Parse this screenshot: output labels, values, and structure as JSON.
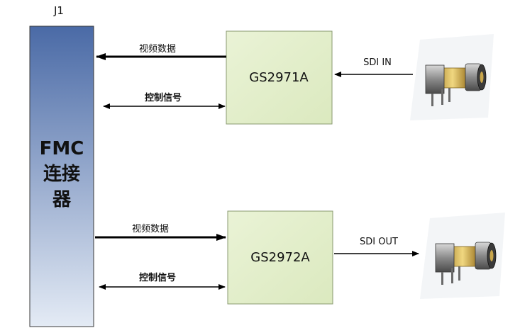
{
  "connector": {
    "ref": "J1",
    "name_line1": "FMC",
    "name_line2": "连接",
    "name_line3": "器"
  },
  "blocks": {
    "rx_chip": "GS2971A",
    "tx_chip": "GS2972A"
  },
  "signals": {
    "rx_video": "视频数据",
    "rx_control": "控制信号",
    "tx_video": "视频数据",
    "tx_control": "控制信号",
    "sdi_in": "SDI IN",
    "sdi_out": "SDI OUT"
  },
  "colors": {
    "connector_top": "#4a6aa6",
    "connector_bottom": "#e4ebf5",
    "chip_fill": "#e6f0d0",
    "chip_border": "#8a9a70"
  },
  "icons": {
    "sdi_in_connector": "bnc-connector-icon",
    "sdi_out_connector": "bnc-connector-icon"
  }
}
